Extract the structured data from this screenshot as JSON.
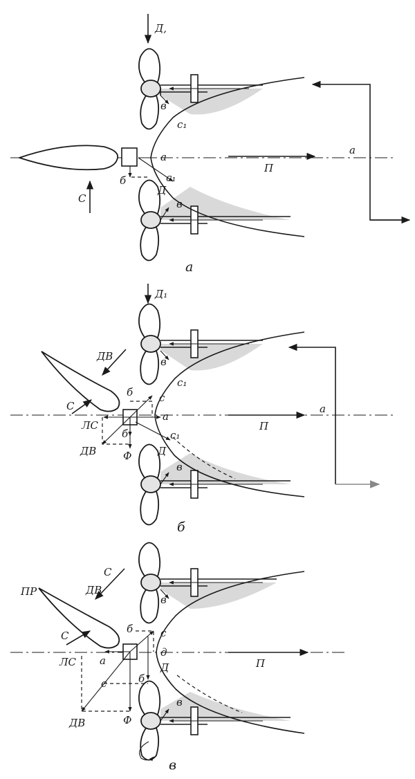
{
  "figure": {
    "panel_a": {
      "caption": "а",
      "labels": {
        "d1": "Д,",
        "v_top": "в",
        "c1_top": "с₁",
        "a": "а",
        "p": "П",
        "a_right": "а",
        "c": "С",
        "b": "б",
        "c1_bottom": "с₁",
        "d": "Д",
        "v_bottom": "в"
      }
    },
    "panel_b": {
      "caption": "б",
      "labels": {
        "d1": "Д₁",
        "dv_top": "ДВ",
        "v_top": "в",
        "c1_top": "с₁",
        "b": "б",
        "c_small": "с",
        "c": "С",
        "a": "а",
        "a_right": "а",
        "p": "П",
        "ls": "ЛС",
        "b_low": "б",
        "c1_low": "с₁",
        "dv_bottom": "ДВ",
        "f": "Ф",
        "d": "Д",
        "v_bottom": "в"
      }
    },
    "panel_c": {
      "caption": "в",
      "labels": {
        "c_top": "С",
        "dv_top": "ДВ",
        "pr": "ПР",
        "v_top": "в",
        "b": "б",
        "c_small": "с",
        "c_left": "С",
        "d": "д",
        "ls": "ЛС",
        "a": "а",
        "p": "П",
        "c_mid": "с",
        "b_low": "б",
        "d_low": "Д",
        "dv_bottom": "ДВ",
        "f": "Ф",
        "v_bottom": "в"
      }
    }
  }
}
